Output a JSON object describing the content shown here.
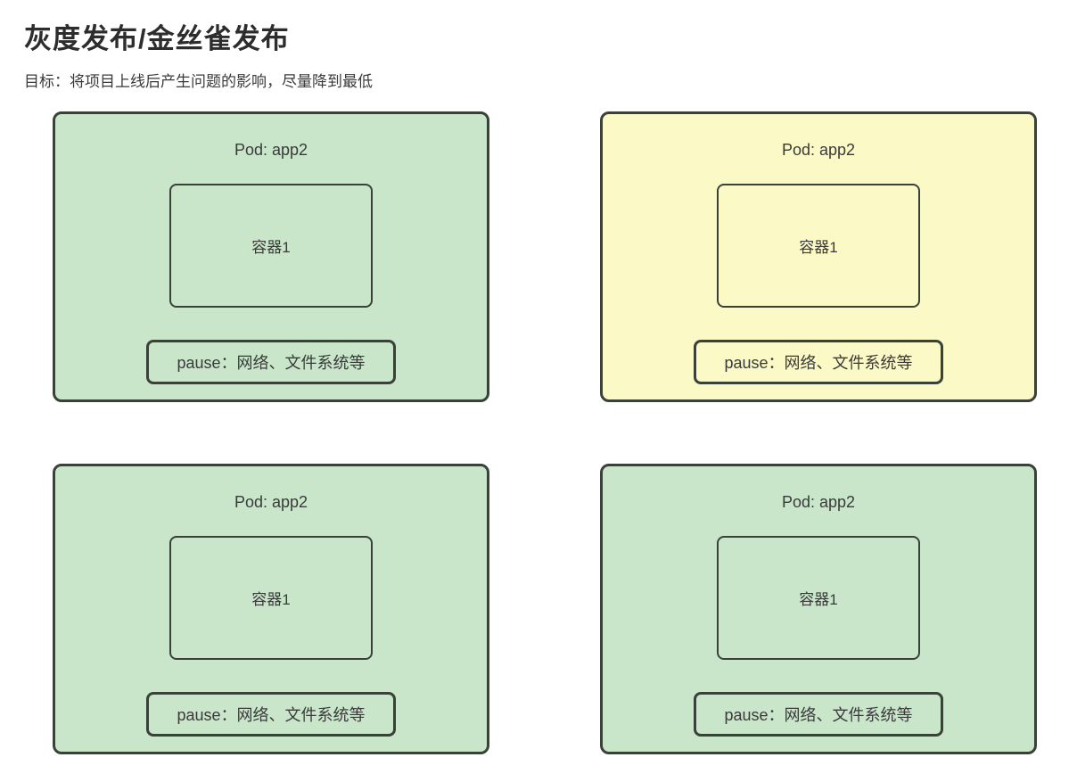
{
  "page": {
    "title": "灰度发布/金丝雀发布",
    "subtitle": "目标：将项目上线后产生问题的影响，尽量降到最低"
  },
  "colors": {
    "green_fill": "#c9e6cb",
    "yellow_fill": "#fbf9c5",
    "border": "#394139",
    "title_text": "#2d2d2d",
    "body_text": "#3a3a3a"
  },
  "pods": [
    {
      "position": "top-left",
      "variant": "green",
      "title": "Pod: app2",
      "container_label": "容器1",
      "pause_label": "pause：网络、文件系统等"
    },
    {
      "position": "top-right",
      "variant": "yellow",
      "title": "Pod: app2",
      "container_label": "容器1",
      "pause_label": "pause：网络、文件系统等"
    },
    {
      "position": "bottom-left",
      "variant": "green",
      "title": "Pod: app2",
      "container_label": "容器1",
      "pause_label": "pause：网络、文件系统等"
    },
    {
      "position": "bottom-right",
      "variant": "green",
      "title": "Pod: app2",
      "container_label": "容器1",
      "pause_label": "pause：网络、文件系统等"
    }
  ]
}
